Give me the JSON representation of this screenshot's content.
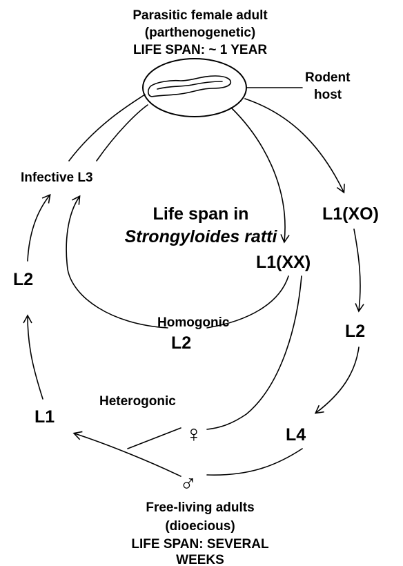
{
  "parasitic": {
    "title": "Parasitic female adult",
    "subtitle": "(parthenogenetic)",
    "lifespan": "LIFE SPAN: ~ 1 YEAR"
  },
  "host_label_1": "Rodent",
  "host_label_2": "host",
  "center_title_1": "Life span in",
  "center_title_2": "Strongyloides ratti",
  "stages": {
    "infective_l3": "Infective L3",
    "l2_left": "L2",
    "l1_left": "L1",
    "l1_xo": "L1(XO)",
    "l1_xx": "L1(XX)",
    "l2_right": "L2",
    "l4_right": "L4",
    "l2_homogonic": "L2"
  },
  "routes": {
    "homogonic": "Homogonic",
    "heterogonic": "Heterogonic"
  },
  "symbols": {
    "female": "♀",
    "male": "♂"
  },
  "free_living": {
    "title": "Free-living adults",
    "subtitle": "(dioecious)",
    "lifespan_1": "LIFE SPAN: SEVERAL",
    "lifespan_2": "WEEKS"
  }
}
